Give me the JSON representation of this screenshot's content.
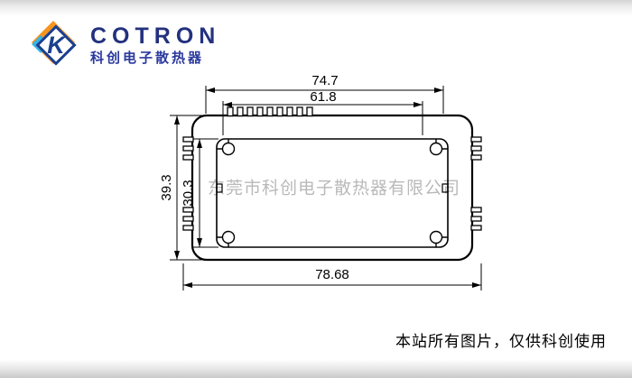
{
  "logo": {
    "brand": "COTRON",
    "subtitle": "科创电子散热器",
    "letter": "K"
  },
  "drawing": {
    "type": "extrusion-profile-cross-section",
    "dims": {
      "top_width": "74.7",
      "top_inner_width": "61.8",
      "left_height": "39.3",
      "left_inner_height": "30.3",
      "bottom_width": "78.68"
    }
  },
  "watermark": {
    "text": "东莞市科创电子散热器有限公司"
  },
  "footer": {
    "note": "本站所有图片，仅供科创使用"
  },
  "colors": {
    "brand_blue": "#1b3f8f",
    "brand_orange": "#f7941d",
    "brand_cyan": "#35b4e5",
    "line": "#000000",
    "watermark_gray": "#8f8f8f"
  }
}
